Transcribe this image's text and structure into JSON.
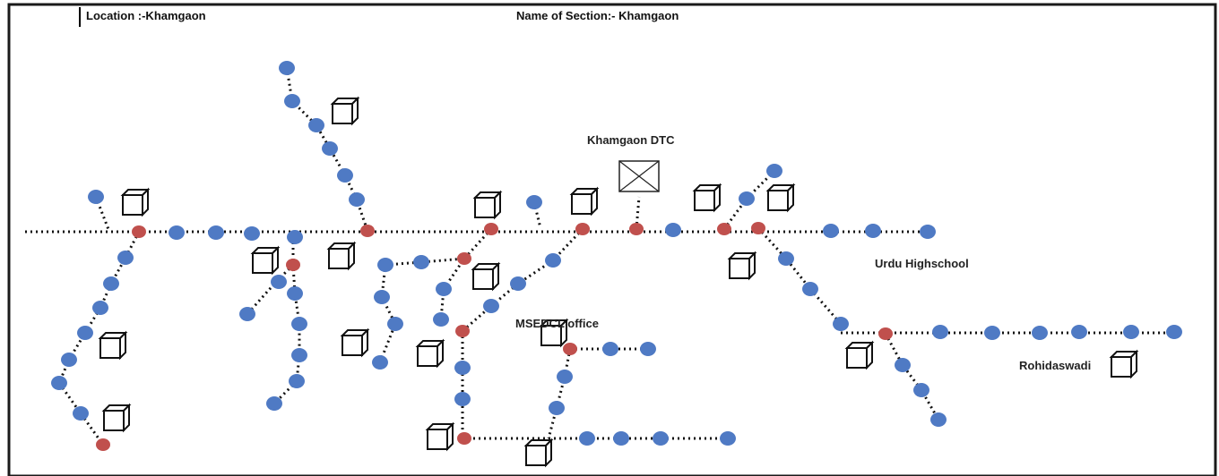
{
  "header": {
    "location_label": "Location :-Khamgaon",
    "section_label": "Name of Section:- Khamgaon"
  },
  "labels": {
    "khamgaon_dtc": "Khamgaon DTC",
    "urdu_highschool": "Urdu Highschool",
    "msedcl_office": "MSEDCL office",
    "rohidaswadi": "Rohidaswadi"
  },
  "colors": {
    "pole": "#4f7ac4",
    "pole_junction": "#c0504d",
    "line": "#111111",
    "frame": "#1a1a1a"
  },
  "icons": {
    "transformer": "transformer-box-icon",
    "dtc": "dtc-crossed-box-icon"
  }
}
